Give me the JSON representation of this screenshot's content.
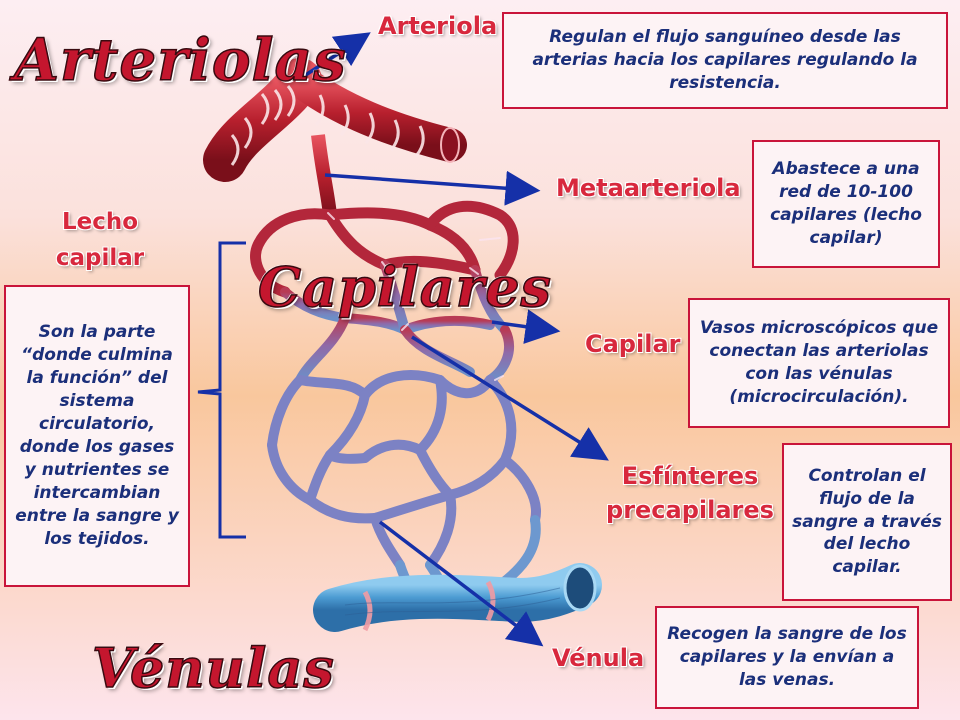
{
  "titles": {
    "arteriolas": "Arteriolas",
    "capilares": "Capilares",
    "venulas": "Vénulas"
  },
  "labels": {
    "arteriola": "Arteriola",
    "metaarteriola": "Metaarteriola",
    "lecho_capilar": "Lecho capilar",
    "capilar": "Capilar",
    "esfinteres": "Esfínteres precapilares",
    "venula": "Vénula"
  },
  "boxes": {
    "arteriola": "Regulan el flujo sanguíneo desde las arterias hacia los capilares regulando la resistencia.",
    "metaarteriola": "Abastece a una red de 10-100 capilares (lecho capilar)",
    "lecho_capilar": "Son la parte “donde culmina la función” del sistema circulatorio, donde los gases y nutrientes se intercambian entre la sangre y los tejidos.",
    "capilar": "Vasos microscópicos que conectan las arteriolas con las vénulas (microcirculación).",
    "esfinteres": "Controlan el flujo de la sangre a través del lecho capilar.",
    "venula": "Recogen la sangre de los capilares y la envían a las venas."
  },
  "colors": {
    "artery": "#c8313d",
    "capillary_blue": "#7d7fc6",
    "venule": "#5fa9d9",
    "arrow": "#1530a8",
    "box_border": "#c9143a"
  }
}
